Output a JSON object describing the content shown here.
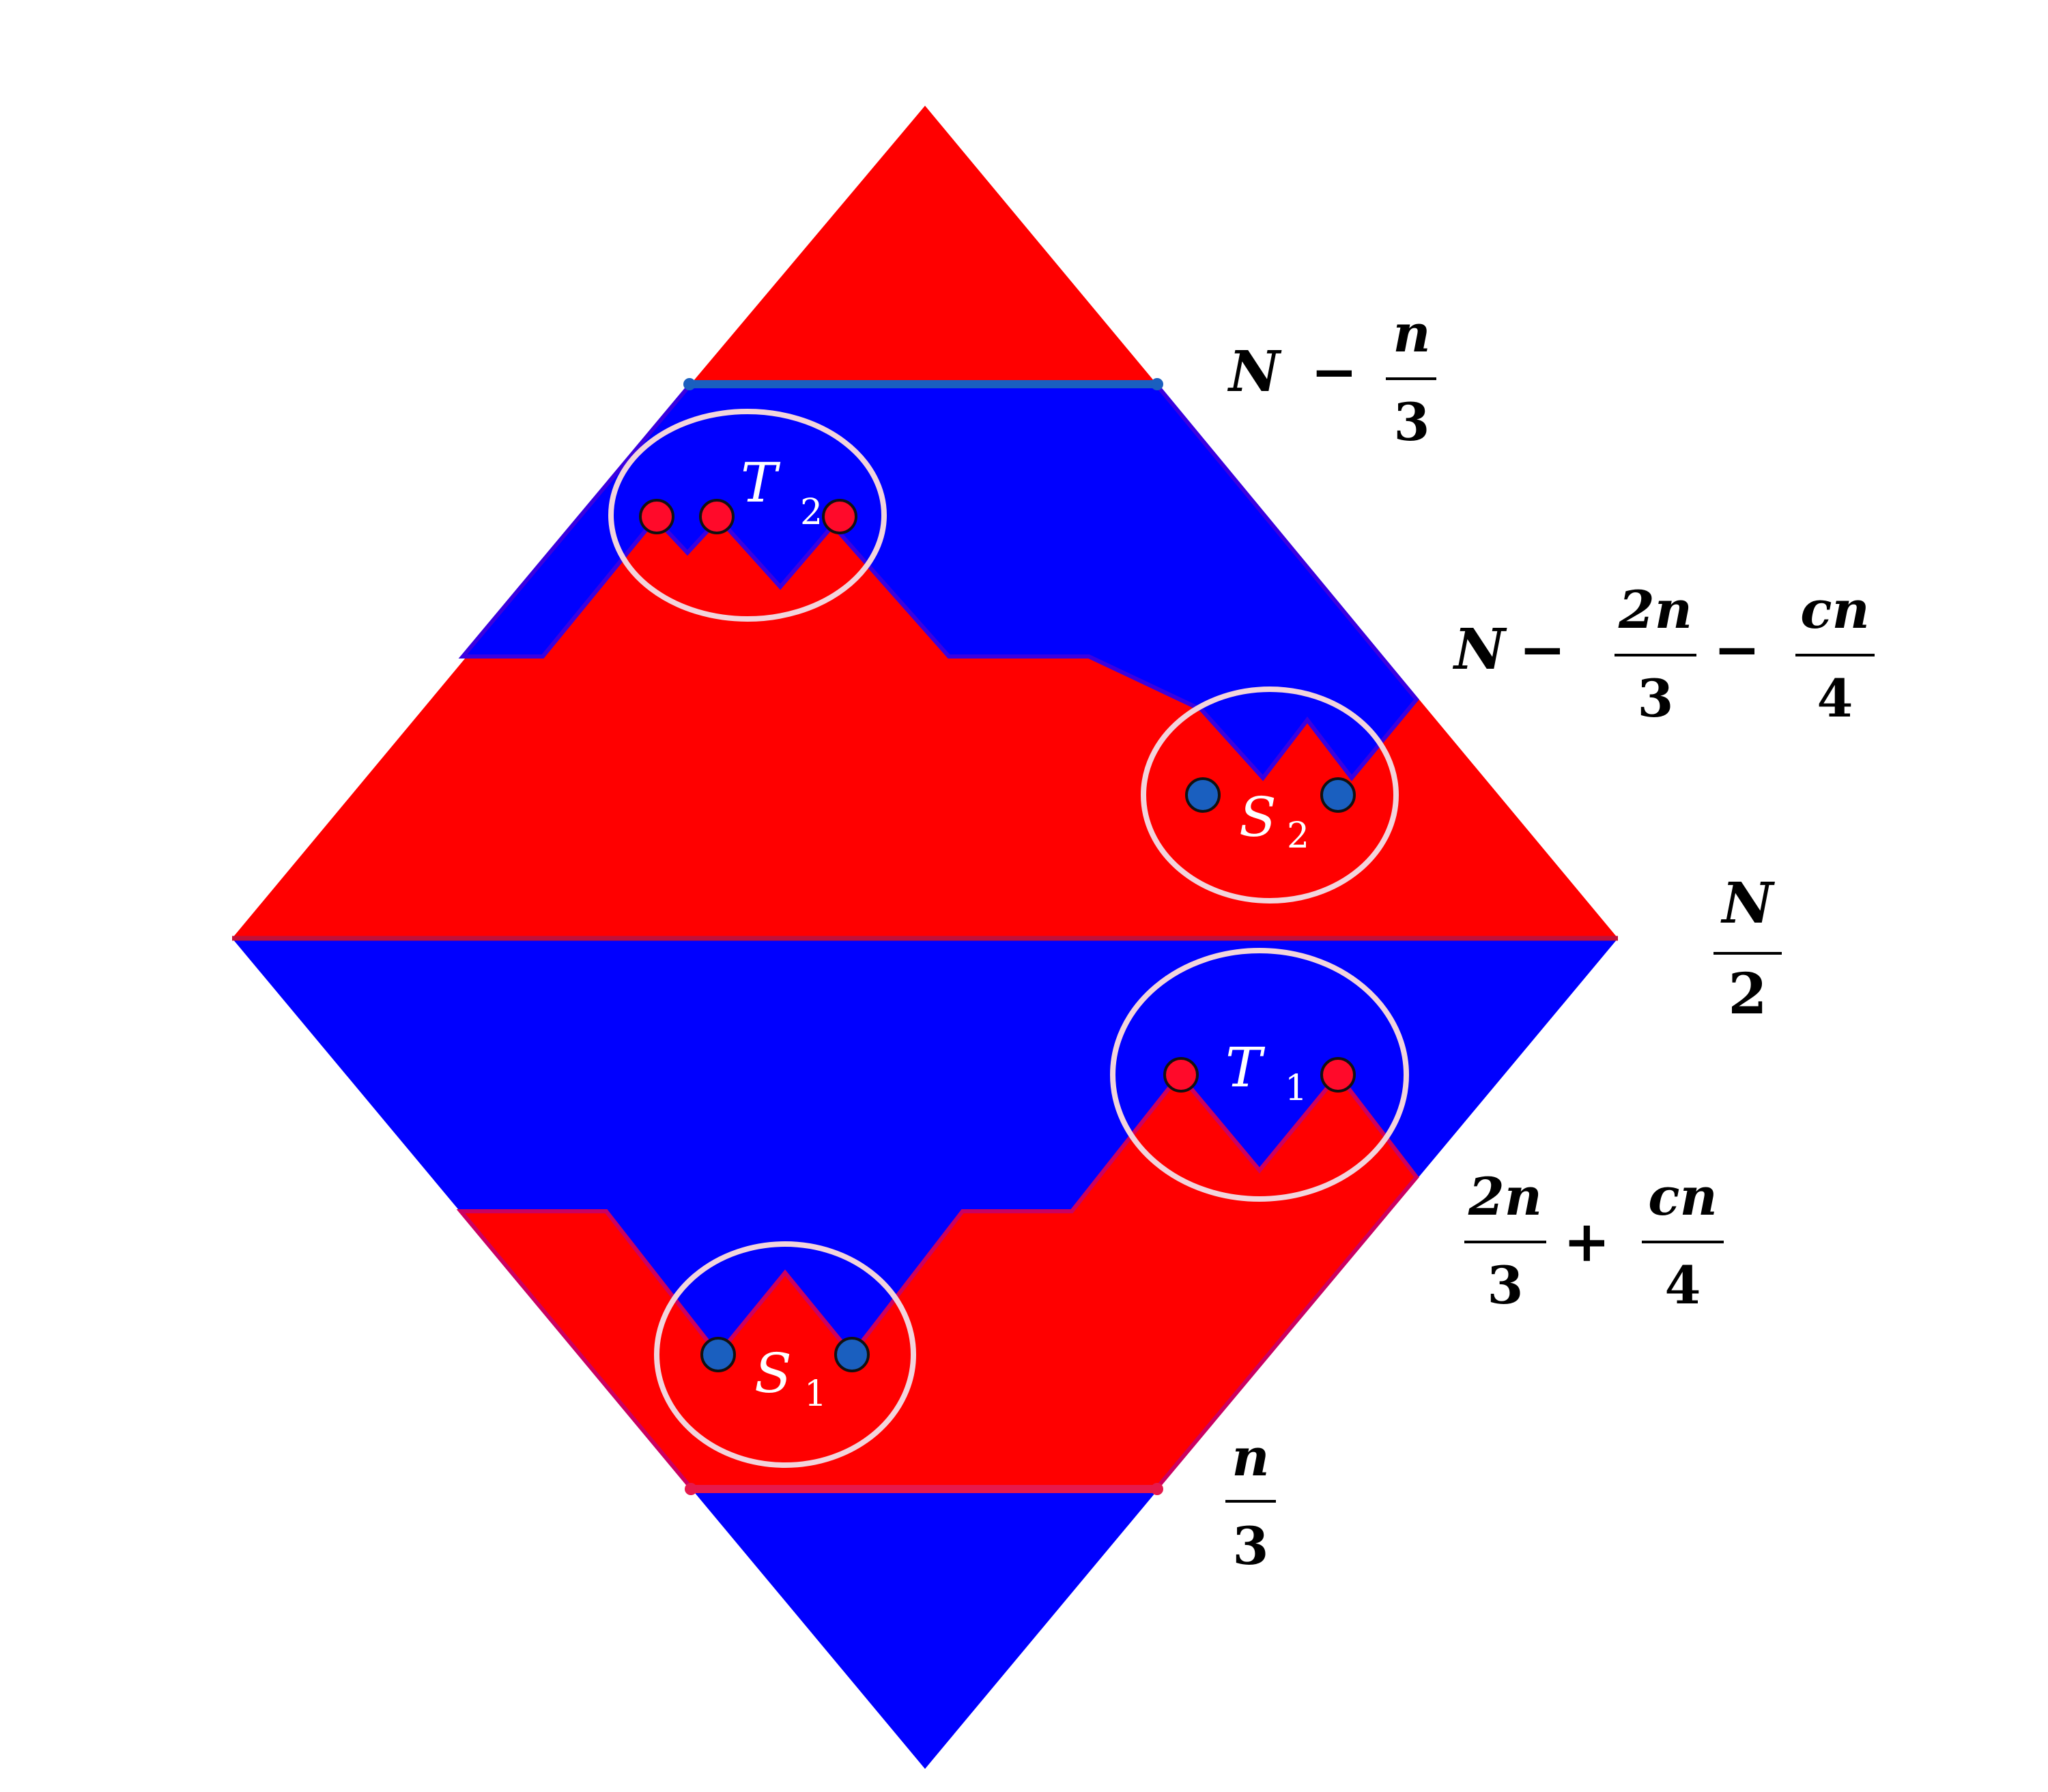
{
  "colors": {
    "red": "#ff0000",
    "blue": "#0000ff",
    "dot_red": "#ff0a2a",
    "dot_blue": "#1a5fbf",
    "ellipse_stroke": "#f2d4dc",
    "label_white": "#ffffff"
  },
  "level_labels": {
    "l1": {
      "a": "N",
      "op": "−",
      "num": "n",
      "den": "3"
    },
    "l2": {
      "a": "N",
      "op1": "−",
      "num1": "2n",
      "den1": "3",
      "op2": "−",
      "num2": "cn",
      "den2": "4"
    },
    "l3": {
      "num": "N",
      "den": "2"
    },
    "l4": {
      "num1": "2n",
      "den1": "3",
      "op": "+",
      "num2": "cn",
      "den2": "4"
    },
    "l5": {
      "num": "n",
      "den": "3"
    }
  },
  "regions": {
    "T2": {
      "letter": "T",
      "sub": "2"
    },
    "S2": {
      "letter": "S",
      "sub": "2"
    },
    "T1": {
      "letter": "T",
      "sub": "1"
    },
    "S1": {
      "letter": "S",
      "sub": "1"
    }
  }
}
